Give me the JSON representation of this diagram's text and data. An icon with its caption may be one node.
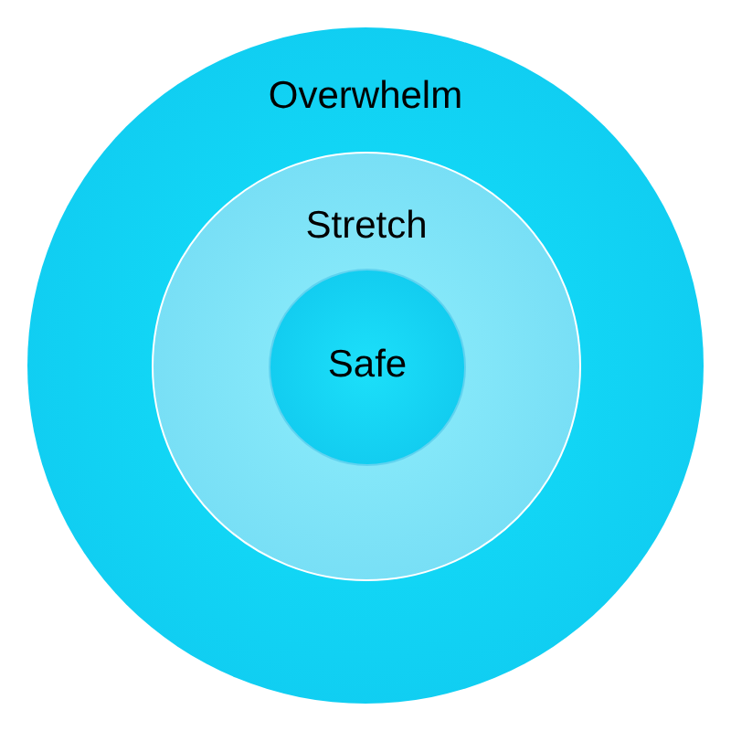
{
  "diagram": {
    "nodes": [
      {
        "text": [
          "Overwhelm"
        ]
      },
      {
        "text": [
          "Stretch"
        ],
        "in": 0
      },
      {
        "text": [
          "Safe"
        ],
        "in": 1
      }
    ]
  }
}
